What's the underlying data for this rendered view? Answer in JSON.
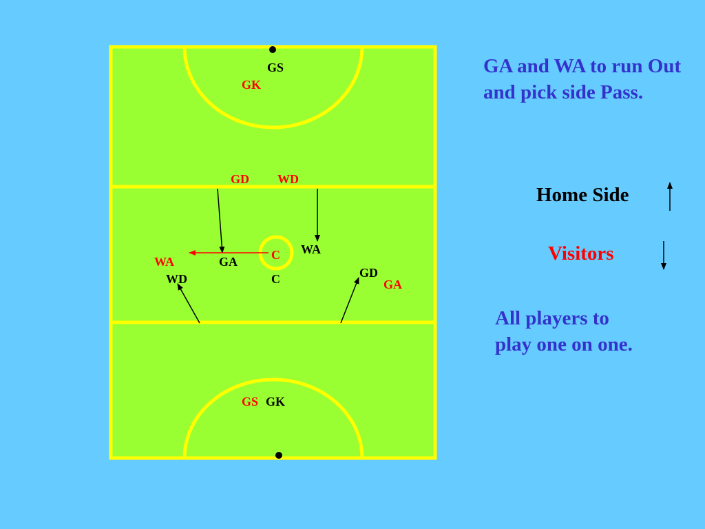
{
  "colors": {
    "background": "#66ccff",
    "court": "#99ff33",
    "court_lines": "#ffff00",
    "home": "#000000",
    "visitor": "#ff0000",
    "instruction_text": "#3333cc"
  },
  "positions": {
    "top_gs": "GS",
    "top_gk": "GK",
    "gd": "GD",
    "wd": "WD",
    "wa_visitor": "WA",
    "ga_home": "GA",
    "c_visitor": "C",
    "wa_home": "WA",
    "c_home": "C",
    "wd_home": "WD",
    "gd_home": "GD",
    "ga_visitor": "GA",
    "bottom_gs": "GS",
    "bottom_gk": "GK"
  },
  "instruction_top": "GA and WA to run Out and pick side Pass.",
  "legend": {
    "home": "Home Side",
    "visitors": "Visitors"
  },
  "instruction_bottom": "All players to play one on one."
}
